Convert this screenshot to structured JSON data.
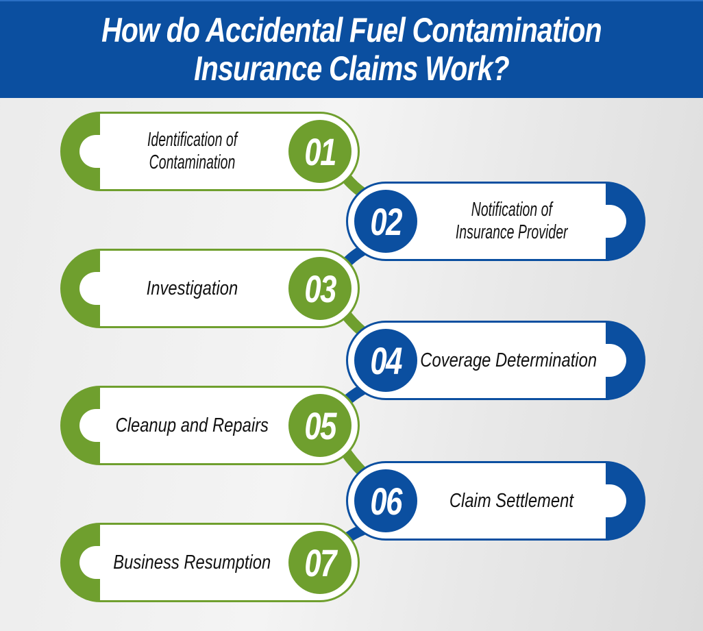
{
  "title": "How do Accidental Fuel Contamination Insurance Claims Work?",
  "title_lines": [
    "How do Accidental Fuel Contamination",
    "Insurance Claims Work?"
  ],
  "colors": {
    "header_blue": "#0b4fa0",
    "step_green": "#6f9f2e",
    "step_blue": "#0b4fa0",
    "background": "#ececec"
  },
  "steps": [
    {
      "number": "01",
      "lines": [
        "Identification of",
        "Contamination"
      ],
      "color": "green"
    },
    {
      "number": "02",
      "lines": [
        "Notification of",
        "Insurance Provider"
      ],
      "color": "blue"
    },
    {
      "number": "03",
      "lines": [
        "Investigation"
      ],
      "color": "green"
    },
    {
      "number": "04",
      "lines": [
        "Coverage Determination"
      ],
      "color": "blue"
    },
    {
      "number": "05",
      "lines": [
        "Cleanup and Repairs"
      ],
      "color": "green"
    },
    {
      "number": "06",
      "lines": [
        "Claim Settlement"
      ],
      "color": "blue"
    },
    {
      "number": "07",
      "lines": [
        "Business Resumption"
      ],
      "color": "green"
    }
  ]
}
